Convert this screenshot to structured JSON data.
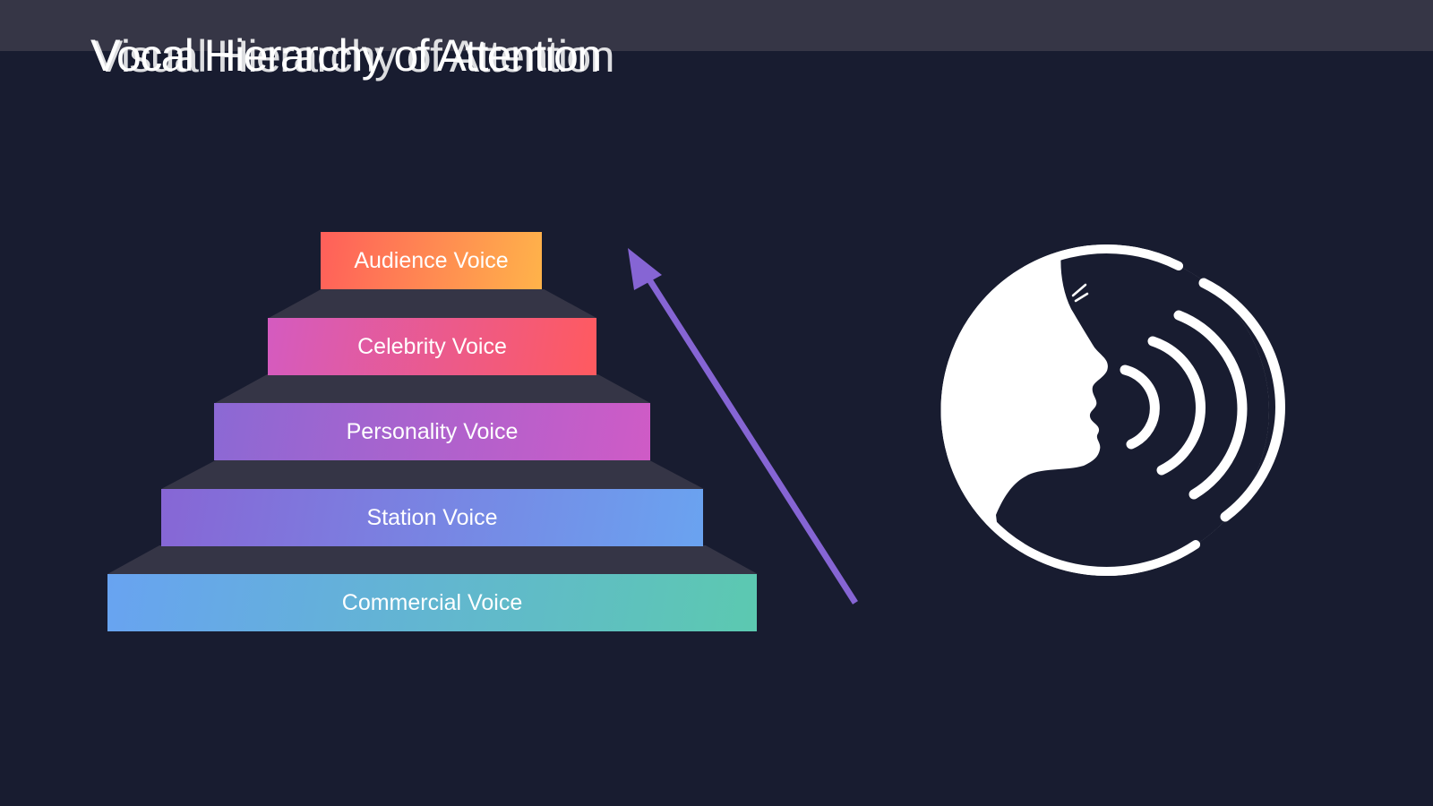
{
  "slide": {
    "title_front": "Vocal Hierarchy of Attention",
    "title_back": "Visual Hierarchy of Attention"
  },
  "pyramid": {
    "levels": [
      {
        "label": "Audience Voice",
        "grad_from": "#ff5f5a",
        "grad_to": "#ffb34a"
      },
      {
        "label": "Celebrity Voice",
        "grad_from": "#d45bc0",
        "grad_to": "#ff5a5f"
      },
      {
        "label": "Personality Voice",
        "grad_from": "#8b69d4",
        "grad_to": "#cf5bc6"
      },
      {
        "label": "Station Voice",
        "grad_from": "#8766d5",
        "grad_to": "#6aa3f0"
      },
      {
        "label": "Commercial Voice",
        "grad_from": "#68a3f1",
        "grad_to": "#5cc9b0"
      }
    ],
    "step_color": "#353546"
  },
  "arrow": {
    "color": "#8665d4"
  },
  "icon": {
    "name": "speaking-head-icon",
    "color": "#ffffff"
  }
}
